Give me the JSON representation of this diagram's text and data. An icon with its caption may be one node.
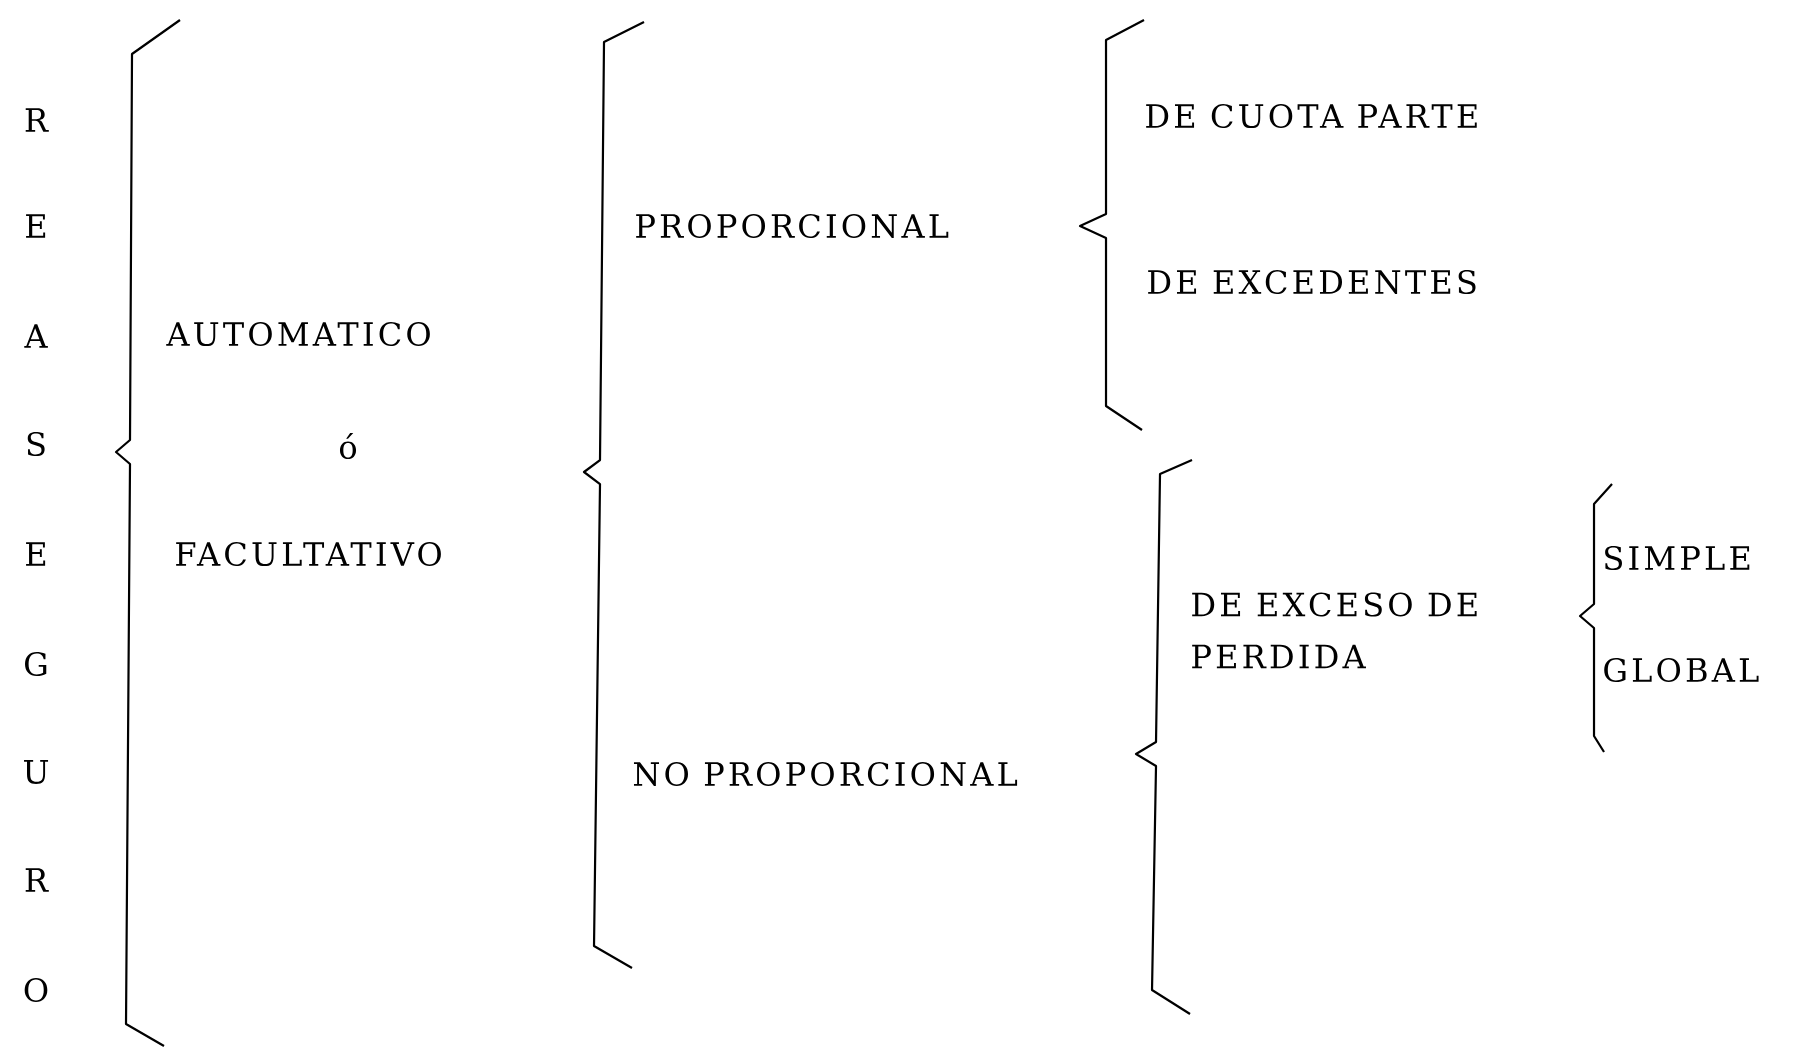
{
  "diagram": {
    "labels": [
      "R",
      "E",
      "A",
      "S",
      "E",
      "G",
      "U",
      "R",
      "O",
      "AUTOMATICO",
      "ó",
      "FACULTATIVO",
      "PROPORCIONAL",
      "DE CUOTA PARTE",
      "DE EXCEDENTES",
      "NO PROPORCIONAL",
      "DE EXCESO DE PERDIDA",
      "SIMPLE",
      "GLOBAL"
    ]
  }
}
